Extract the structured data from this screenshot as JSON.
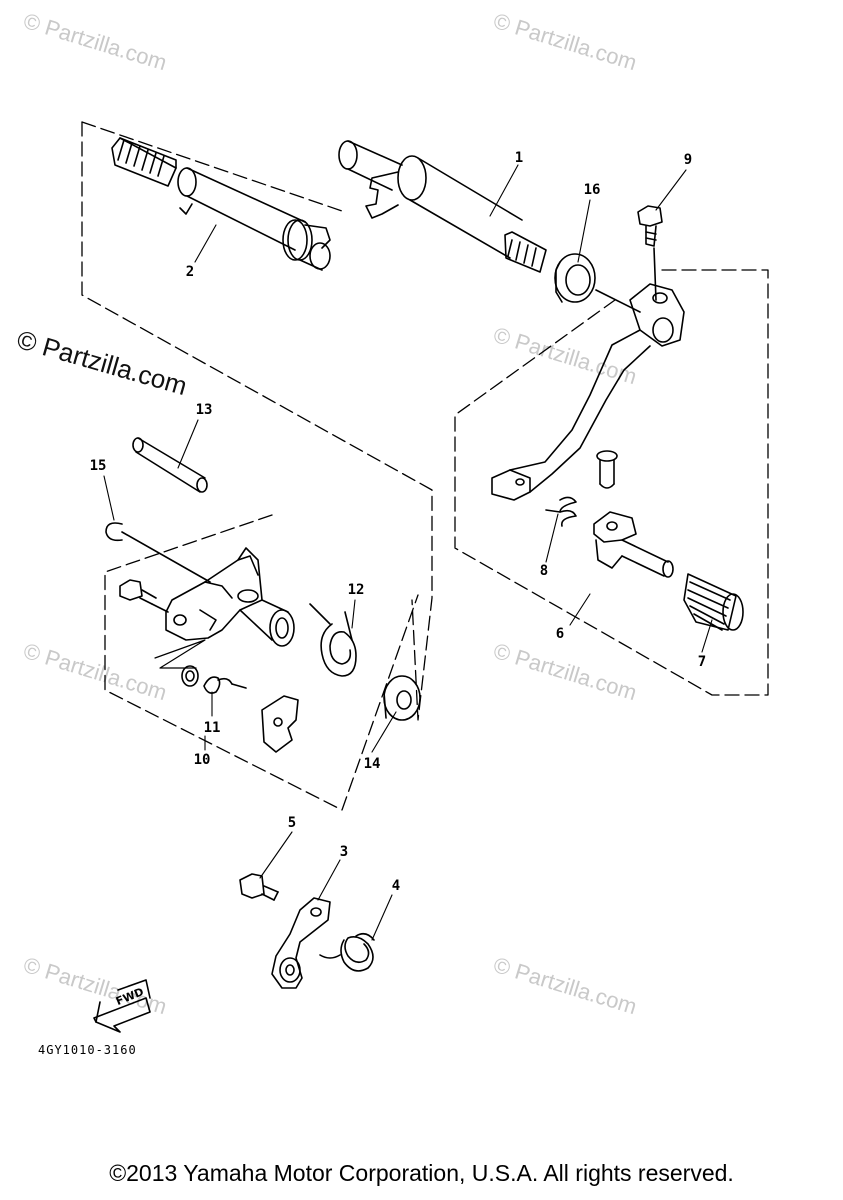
{
  "watermark": {
    "text": "© Partzilla.com",
    "prominent_text": "© Partzilla.com"
  },
  "callouts": {
    "p1": "1",
    "p2": "2",
    "p3": "3",
    "p4": "4",
    "p5": "5",
    "p6": "6",
    "p7": "7",
    "p8": "8",
    "p9": "9",
    "p10": "10",
    "p11": "11",
    "p12": "12",
    "p13": "13",
    "p14": "14",
    "p15": "15",
    "p16": "16"
  },
  "fwd_label": "FWD",
  "catalog_code": "4GY1010-3160",
  "copyright": "©2013 Yamaha Motor Corporation, U.S.A. All rights reserved.",
  "colors": {
    "line": "#000000",
    "watermark": "#c9c9c9",
    "background": "#ffffff"
  }
}
